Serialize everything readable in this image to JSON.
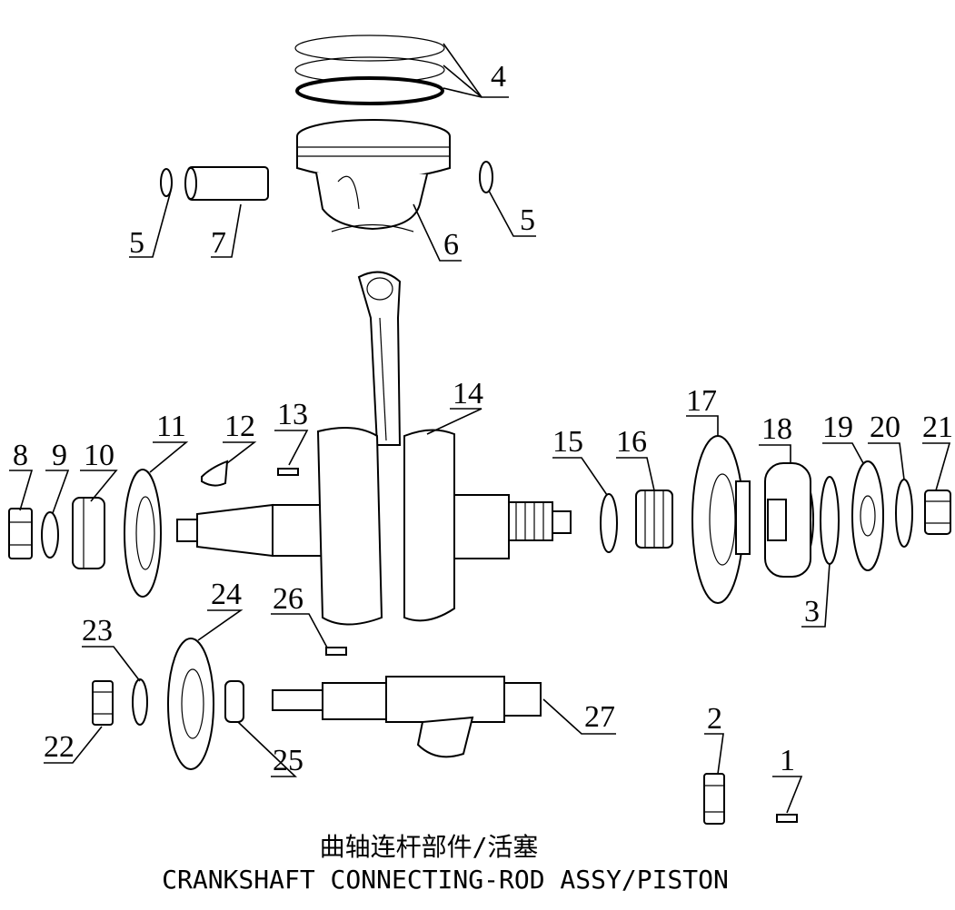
{
  "title_cn": "曲轴连杆部件/活塞",
  "title_en": "CRANKSHAFT CONNECTING-ROD ASSY/PISTON",
  "callouts": [
    "1",
    "2",
    "3",
    "4",
    "5",
    "5",
    "6",
    "7",
    "8",
    "9",
    "10",
    "11",
    "12",
    "13",
    "14",
    "15",
    "16",
    "17",
    "18",
    "19",
    "20",
    "21",
    "22",
    "23",
    "24",
    "25",
    "26",
    "27"
  ]
}
